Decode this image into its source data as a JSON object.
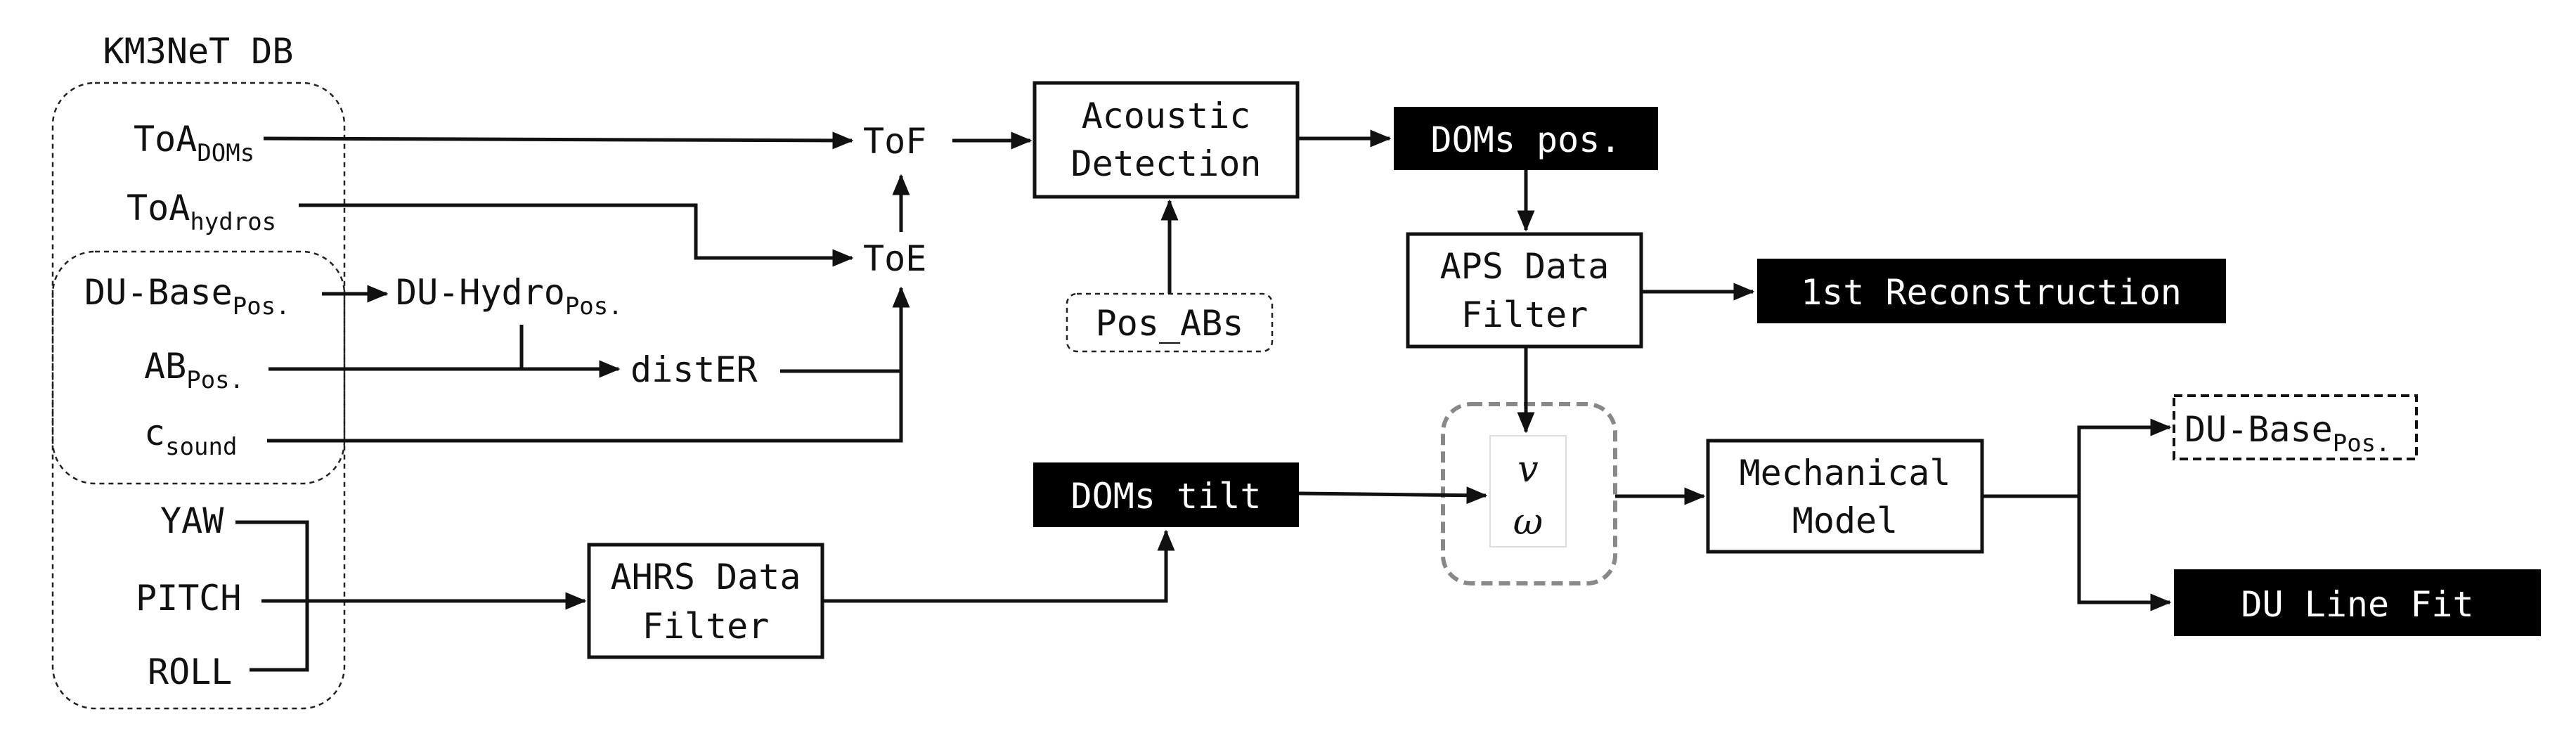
{
  "db_group": {
    "title": "KM3NeT DB",
    "toa_doms": {
      "base": "ToA",
      "sub": "DOMs"
    },
    "toa_hydros": {
      "base": "ToA",
      "sub": "hydros"
    },
    "du_base_pos": {
      "base": "DU-Base",
      "sub": "Pos."
    },
    "ab_pos": {
      "base": "AB",
      "sub": "Pos."
    },
    "c_sound": {
      "base": "c",
      "sub": "sound"
    },
    "yaw": "YAW",
    "pitch": "PITCH",
    "roll": "ROLL"
  },
  "nodes": {
    "du_hydro_pos": {
      "base": "DU-Hydro",
      "sub": "Pos."
    },
    "disteer": "distER",
    "tof": "ToF",
    "toe": "ToE",
    "acoustic_detection": {
      "line1": "Acoustic",
      "line2": "Detection"
    },
    "pos_abs": "Pos_ABs",
    "doms_pos": "DOMs pos.",
    "aps_filter": {
      "line1": "APS Data",
      "line2": "Filter"
    },
    "first_reconstruction": "1st Reconstruction",
    "ahrs_filter": {
      "line1": "AHRS Data",
      "line2": "Filter"
    },
    "doms_tilt": "DOMs tilt",
    "v_symbol": "v",
    "omega_symbol": "ω",
    "mechanical_model": {
      "line1": "Mechanical",
      "line2": "Model"
    },
    "du_base_pos_out": {
      "base": "DU-Base",
      "sub": "Pos."
    },
    "du_line_fit": "DU Line Fit"
  },
  "colors": {
    "line": "#111111",
    "block_fill": "#000000",
    "block_text": "#ffffff",
    "dashed_group": "#222222",
    "vw_group": "#888888"
  }
}
